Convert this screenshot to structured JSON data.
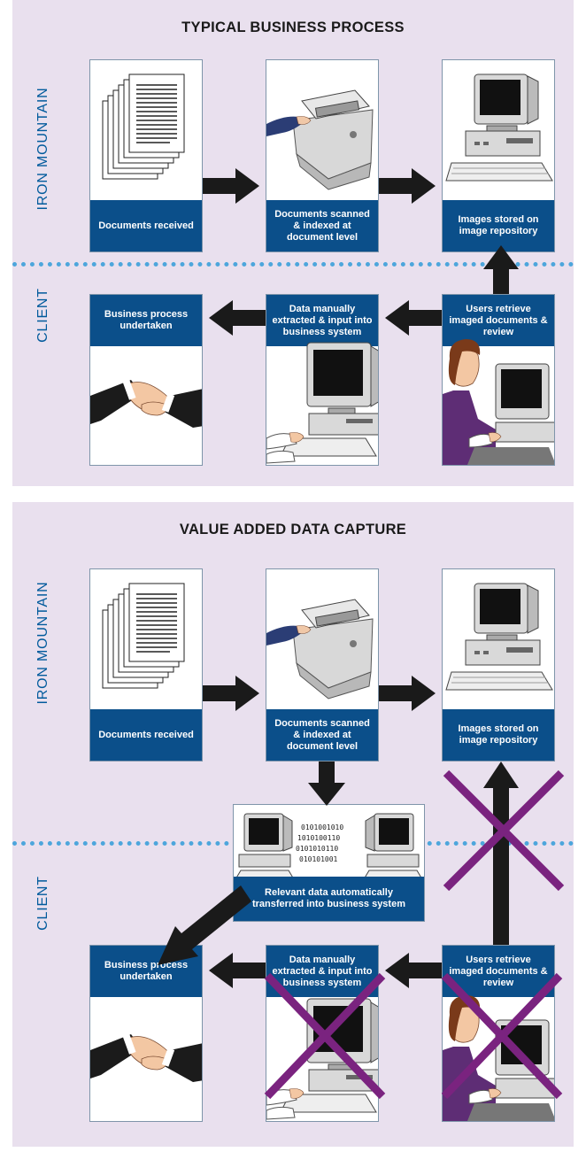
{
  "panels": [
    {
      "title": "TYPICAL BUSINESS PROCESS",
      "upper_label": "IRON MOUNTAIN",
      "lower_label": "CLIENT",
      "cards": {
        "received": "Documents received",
        "scanned": "Documents scanned & indexed at document level",
        "stored": "Images stored on image repository",
        "business": "Business process undertaken",
        "manual": "Data manually extracted & input into business system",
        "retrieve": "Users retrieve imaged documents & review"
      }
    },
    {
      "title": "VALUE ADDED DATA CAPTURE",
      "upper_label": "IRON MOUNTAIN",
      "lower_label": "CLIENT",
      "cards": {
        "received": "Documents received",
        "scanned": "Documents scanned & indexed at document level",
        "stored": "Images stored on image repository",
        "business": "Business process undertaken",
        "manual": "Data manually extracted & input into business system",
        "retrieve": "Users retrieve imaged documents & review",
        "auto": "Relevant data automatically transferred into business system"
      },
      "binary_text": [
        "0101001010",
        "1010100110",
        "0101010110",
        "010101001"
      ],
      "crossed_out": [
        "manual",
        "retrieve",
        "repository-arrow"
      ]
    }
  ],
  "colors": {
    "panel_bg": "#e9e0ee",
    "label_bg": "#0b4f8a",
    "side_text": "#005a9c",
    "divider": "#4da6dc",
    "arrow": "#1a1a1a",
    "cross": "#7a237f"
  },
  "icons": [
    "documents-icon",
    "scanner-icon",
    "computer-icon",
    "handshake-icon",
    "user-at-computer-icon",
    "data-transfer-icon"
  ]
}
